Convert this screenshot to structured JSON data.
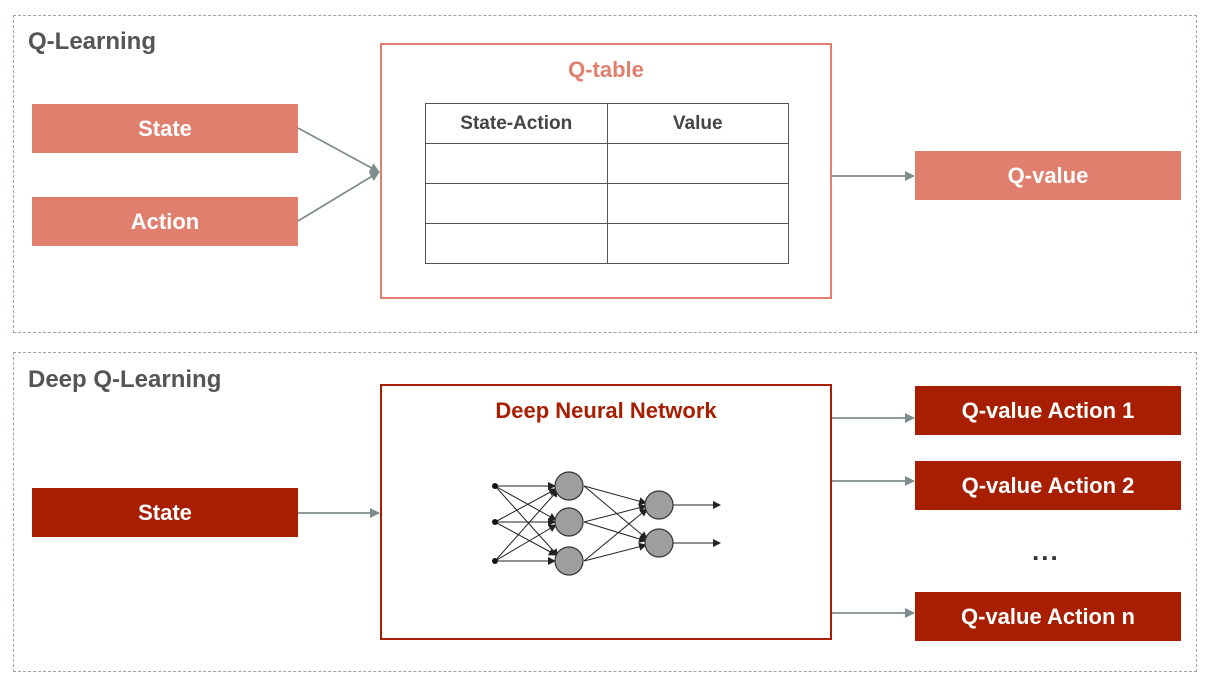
{
  "q_learning": {
    "title": "Q-Learning",
    "inputs": [
      "State",
      "Action"
    ],
    "table": {
      "title": "Q-table",
      "headers": [
        "State-Action",
        "Value"
      ],
      "rows": [
        [
          "",
          ""
        ],
        [
          "",
          ""
        ],
        [
          "",
          ""
        ]
      ]
    },
    "output": "Q-value"
  },
  "deep_q_learning": {
    "title": "Deep Q-Learning",
    "input": "State",
    "network_title": "Deep Neural Network",
    "outputs": [
      "Q-value Action 1",
      "Q-value Action 2",
      "Q-value Action n"
    ],
    "ellipsis": "..."
  },
  "colors": {
    "light_accent": "#e07f6e",
    "dark_accent": "#a81e00",
    "arrow": "#7f8c8d",
    "panel_border": "#9aa5a8"
  },
  "icons": {
    "neural_network": "neural-network-icon",
    "arrow": "arrow-right-icon"
  }
}
